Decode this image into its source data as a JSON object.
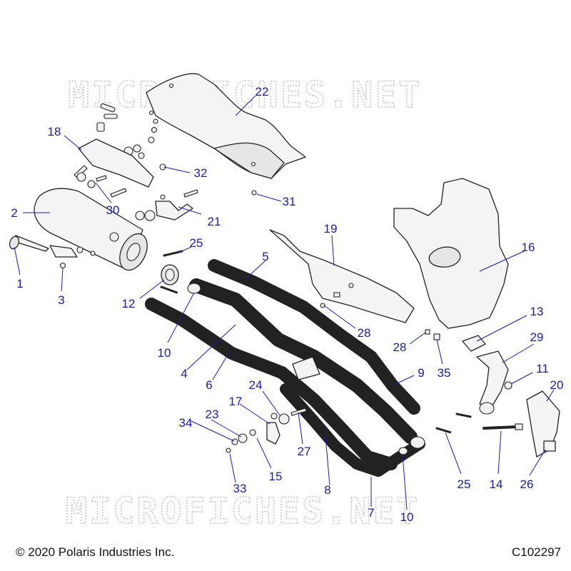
{
  "watermark": "MICROFICHES.NET",
  "copyright": "© 2020 Polaris Industries Inc.",
  "figure_code": "C102297",
  "callouts": {
    "c1": "1",
    "c2": "2",
    "c3": "3",
    "c4": "4",
    "c5": "5",
    "c6": "6",
    "c7": "7",
    "c8": "8",
    "c9": "9",
    "c10a": "10",
    "c10b": "10",
    "c11": "11",
    "c12": "12",
    "c13": "13",
    "c14": "14",
    "c15": "15",
    "c16": "16",
    "c17": "17",
    "c18": "18",
    "c19": "19",
    "c20": "20",
    "c21": "21",
    "c22": "22",
    "c23": "23",
    "c24": "24",
    "c25a": "25",
    "c25b": "25",
    "c26": "26",
    "c27": "27",
    "c28a": "28",
    "c28b": "28",
    "c29": "29",
    "c30": "30",
    "c31": "31",
    "c32": "32",
    "c33": "33",
    "c34": "34",
    "c35": "35"
  },
  "colors": {
    "callout": "#1a1aa6",
    "linework": "#222222",
    "watermark": "#c6c6c6"
  }
}
